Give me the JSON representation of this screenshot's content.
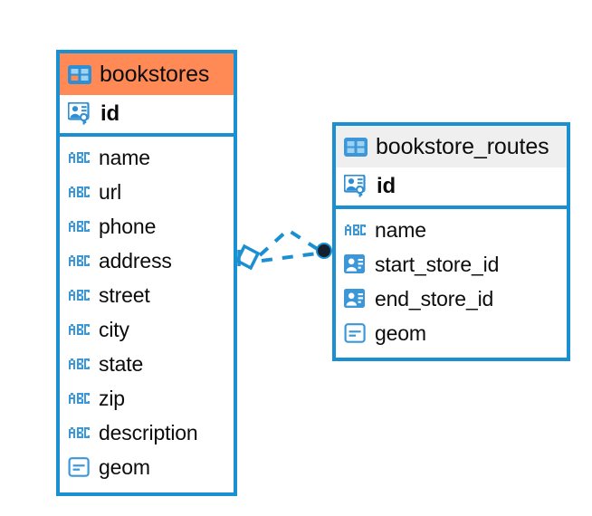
{
  "diagram": {
    "type": "entity-relationship-diagram",
    "background_color": "#ffffff",
    "accent_color": "#1a8fd1",
    "highlight_color": "#ff8a55",
    "neutral_header_color": "#efefef"
  },
  "entities": [
    {
      "name": "bookstores",
      "header_style": "accent",
      "header_icon": "table-icon",
      "fields": [
        {
          "name": "id",
          "type_icon": "primary-key-icon",
          "bold": true
        },
        {
          "name": "name",
          "type_icon": "text-abc-icon",
          "bold": false
        },
        {
          "name": "url",
          "type_icon": "text-abc-icon",
          "bold": false
        },
        {
          "name": "phone",
          "type_icon": "text-abc-icon",
          "bold": false
        },
        {
          "name": "address",
          "type_icon": "text-abc-icon",
          "bold": false
        },
        {
          "name": "street",
          "type_icon": "text-abc-icon",
          "bold": false
        },
        {
          "name": "city",
          "type_icon": "text-abc-icon",
          "bold": false
        },
        {
          "name": "state",
          "type_icon": "text-abc-icon",
          "bold": false
        },
        {
          "name": "zip",
          "type_icon": "text-abc-icon",
          "bold": false
        },
        {
          "name": "description",
          "type_icon": "text-abc-icon",
          "bold": false
        },
        {
          "name": "geom",
          "type_icon": "geometry-icon",
          "bold": false
        }
      ]
    },
    {
      "name": "bookstore_routes",
      "header_style": "neutral",
      "header_icon": "table-icon",
      "fields": [
        {
          "name": "id",
          "type_icon": "primary-key-icon",
          "bold": true
        },
        {
          "name": "name",
          "type_icon": "text-abc-icon",
          "bold": false
        },
        {
          "name": "start_store_id",
          "type_icon": "foreign-key-icon",
          "bold": false
        },
        {
          "name": "end_store_id",
          "type_icon": "foreign-key-icon",
          "bold": false
        },
        {
          "name": "geom",
          "type_icon": "geometry-icon",
          "bold": false
        }
      ]
    }
  ],
  "relationship": {
    "source_entity": "bookstores",
    "target_entity": "bookstore_routes",
    "line_style": "dashed",
    "line_color": "#1a8fd1",
    "source_marker": "diamond-outline-marker",
    "target_marker": "filled-circle-marker",
    "target_marker_color": "#141f2e"
  }
}
